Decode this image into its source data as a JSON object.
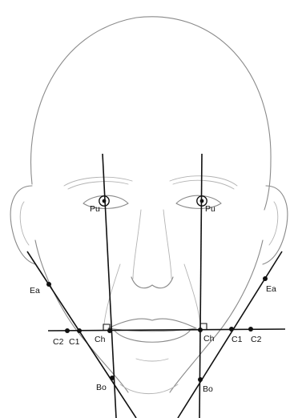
{
  "landmarks": {
    "pupil_left": "Pu",
    "pupil_right": "Pu",
    "ear_left": "Ea",
    "ear_right": "Ea",
    "c2_left": "C2",
    "c1_left": "C1",
    "cheilion_left": "Ch",
    "cheilion_right": "Ch",
    "c1_right": "C1",
    "c2_right": "C2",
    "bo_left": "Bo",
    "bo_right": "Bo"
  },
  "colors": {
    "sketch": "#8a8a8a",
    "construction": "#111111",
    "background": "#ffffff"
  }
}
